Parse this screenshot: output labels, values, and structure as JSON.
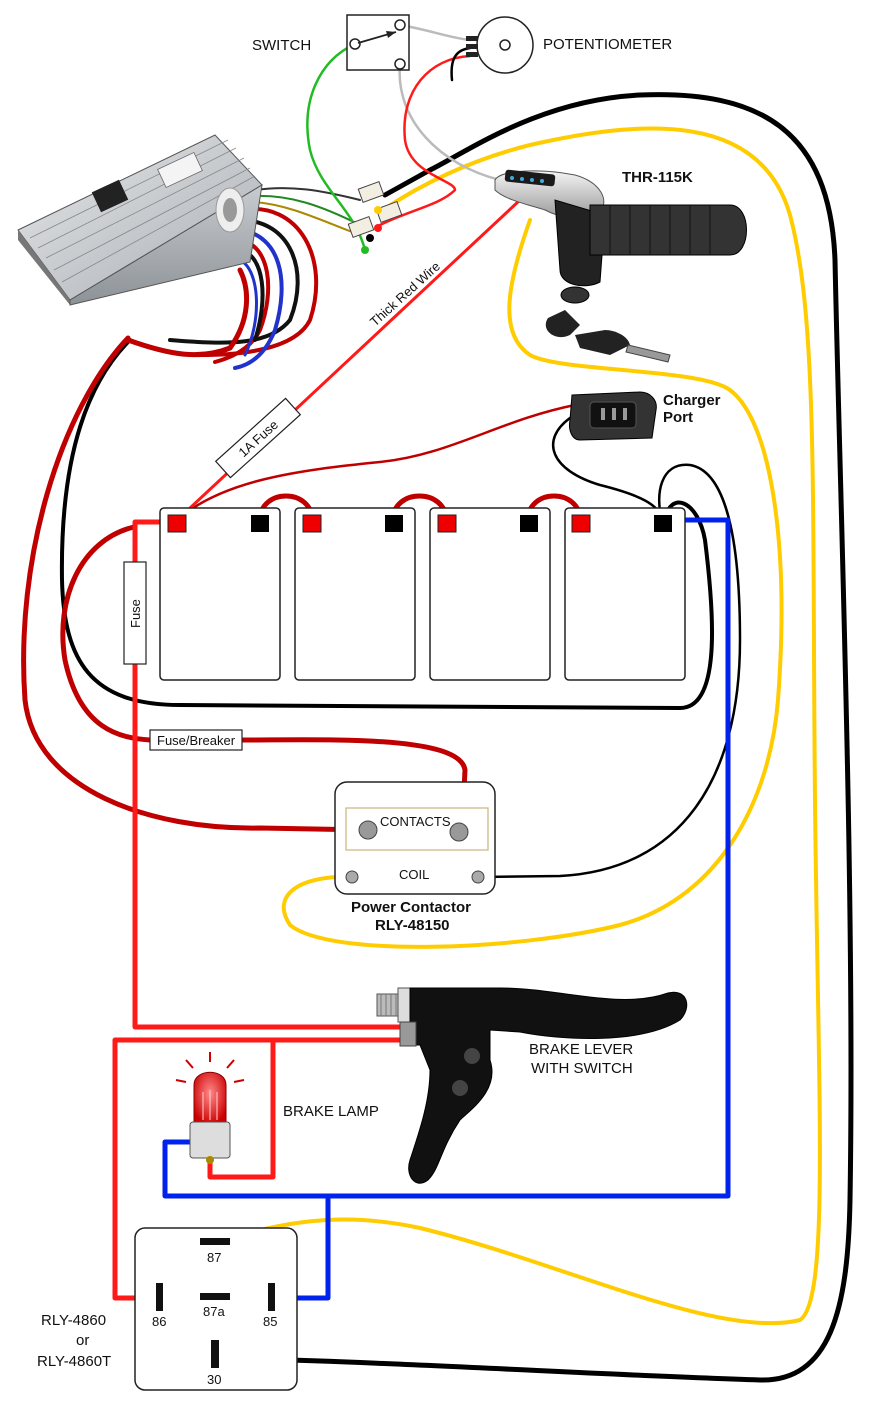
{
  "labels": {
    "switch": "SWITCH",
    "potentiometer": "POTENTIOMETER",
    "throttle": "THR-115K",
    "thick_red_wire": "Thick Red Wire",
    "fuse_1a": "1A Fuse",
    "charger_port_line1": "Charger",
    "charger_port_line2": "Port",
    "fuse": "Fuse",
    "fuse_breaker": "Fuse/Breaker",
    "contacts": "CONTACTS",
    "coil": "COIL",
    "power_contactor_line1": "Power Contactor",
    "power_contactor_line2": "RLY-48150",
    "brake_lever_line1": "BRAKE LEVER",
    "brake_lever_line2": "WITH SWITCH",
    "brake_lamp": "BRAKE LAMP",
    "relay_line1": "RLY-4860",
    "relay_line2": "or",
    "relay_line3": "RLY-4860T",
    "relay_pin_87": "87",
    "relay_pin_87a": "87a",
    "relay_pin_86": "86",
    "relay_pin_85": "85",
    "relay_pin_30": "30"
  },
  "wire_colors": {
    "positive": "#cc0000",
    "bright_red": "#ff1a1a",
    "negative": "#000000",
    "signal_yellow": "#ffcc00",
    "ground_blue": "#0022ee",
    "switch_green": "#22bb22",
    "signal_gray": "#bbbbbb"
  },
  "components": [
    "controller",
    "switch",
    "potentiometer",
    "twist-throttle",
    "key-switch",
    "charger-port",
    "battery",
    "battery",
    "battery",
    "battery",
    "power-contactor",
    "brake-lever",
    "brake-lamp",
    "relay"
  ]
}
